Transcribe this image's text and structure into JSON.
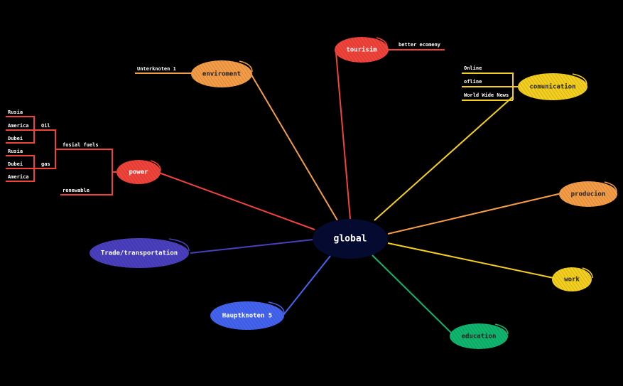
{
  "central": {
    "label": "global",
    "color": "#050a30"
  },
  "colors": {
    "red": "#f0433a",
    "orange": "#f59d46",
    "yellow": "#f4cf1f",
    "green": "#10b66e",
    "blue": "#4464f0",
    "indigo": "#4a3fbe"
  },
  "nodes": {
    "tourisim": "tourisim",
    "enviroment": "enviroment",
    "comunication": "comunication",
    "power": "power",
    "producion": "producion",
    "trade": "Trade/transportation",
    "work": "work",
    "hauptknoten": "Hauptknoten 5",
    "education": "education"
  },
  "leaves": {
    "better_ecomeny": "better ecomeny",
    "unterknoten": "Unterknoten 1",
    "online": "Online",
    "offline": "ofline",
    "www_news": "World Wide News",
    "fosial_fuels": "fosial fuels",
    "renewable": "renewable",
    "oil": "Oil",
    "gas": "gas",
    "oil_rusia": "Rusia",
    "oil_america": "America",
    "oil_dubei": "Dubei",
    "gas_rusia": "Rusia",
    "gas_dubei": "Dubei",
    "gas_america": "America"
  }
}
